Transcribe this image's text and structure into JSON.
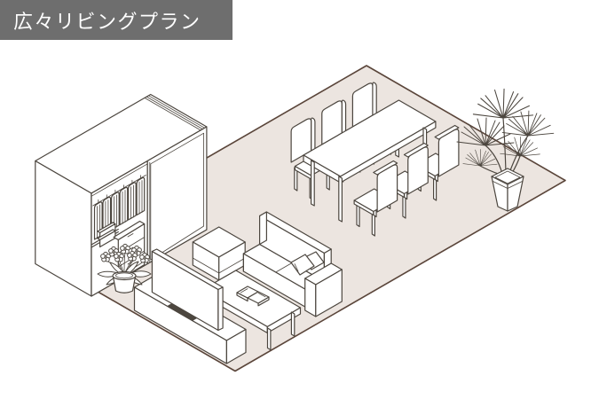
{
  "banner": {
    "title": "広々リビングプラン"
  },
  "colors": {
    "banner_bg": "#6e6e6e",
    "banner_text": "#ffffff",
    "floor_fill": "#ece5e0",
    "floor_stroke": "#5a453a",
    "line": "#4c463f",
    "tv_foot": "#4c463f",
    "background": "#ffffff"
  },
  "furniture_icons": [
    "wardrobe",
    "sliding-door",
    "hanging-clothes",
    "drawer-chest",
    "dining-table",
    "dining-chair",
    "potted-palm",
    "sofa",
    "throw-pillow",
    "ottoman",
    "coffee-table",
    "book",
    "tv",
    "tv-board",
    "flower-pot"
  ]
}
